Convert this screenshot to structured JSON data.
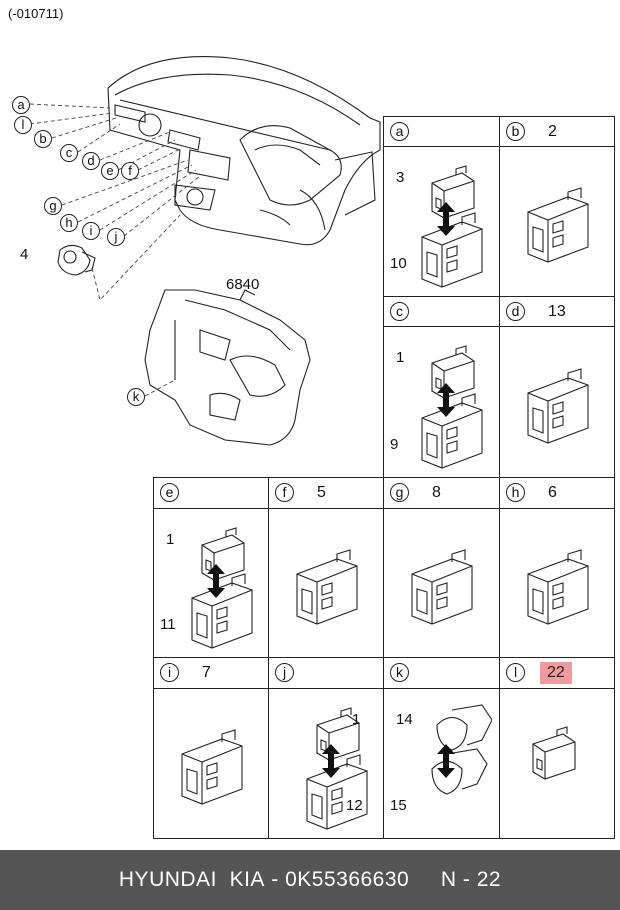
{
  "header": {
    "code": "(-010711)"
  },
  "overview": {
    "letters": [
      "a",
      "l",
      "b",
      "c",
      "d",
      "e",
      "f",
      "g",
      "h",
      "i",
      "j",
      "k"
    ],
    "part_4": "4",
    "part_6840": "6840"
  },
  "panels": [
    {
      "letter": "a",
      "number": "",
      "callouts": [
        "3",
        "10"
      ]
    },
    {
      "letter": "b",
      "number": "2",
      "callouts": []
    },
    {
      "letter": "c",
      "number": "",
      "callouts": [
        "1",
        "9"
      ]
    },
    {
      "letter": "d",
      "number": "13",
      "callouts": []
    },
    {
      "letter": "e",
      "number": "",
      "callouts": [
        "1",
        "11"
      ]
    },
    {
      "letter": "f",
      "number": "5",
      "callouts": []
    },
    {
      "letter": "g",
      "number": "8",
      "callouts": []
    },
    {
      "letter": "h",
      "number": "6",
      "callouts": []
    },
    {
      "letter": "i",
      "number": "7",
      "callouts": []
    },
    {
      "letter": "j",
      "number": "",
      "callouts": [
        "1",
        "12"
      ]
    },
    {
      "letter": "k",
      "number": "",
      "callouts": [
        "14",
        "15"
      ]
    },
    {
      "letter": "l",
      "number": "22",
      "callouts": []
    }
  ],
  "footer": {
    "brand": "HYUNDAI  KIA",
    "part_number": "0K55366630",
    "ref": "N - 22"
  },
  "colors": {
    "highlight": "#f49a9a",
    "footer_bg": "#555555"
  }
}
